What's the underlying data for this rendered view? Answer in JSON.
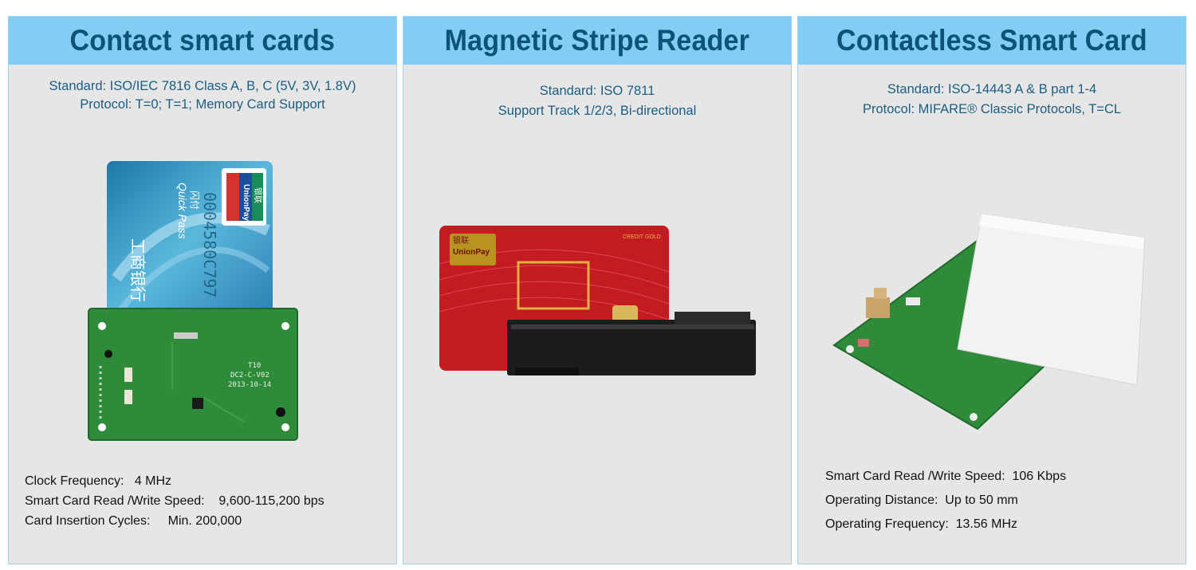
{
  "panels": [
    {
      "title": "Contact smart cards",
      "standard_lines": [
        "Standard: ISO/IEC 7816 Class A, B, C (5V, 3V, 1.8V)",
        "Protocol: T=0; T=1; Memory Card Support"
      ],
      "image_text": {
        "card_brand": "Quick Pass",
        "card_brand_cn": "闪付",
        "card_network": "UnionPay",
        "card_network_cn": "银联",
        "card_number": "0004580C797",
        "card_bank_cn": "工商银行",
        "board_model": "T10",
        "board_name": "DC2-C-V02",
        "board_date": "2013-10-14"
      },
      "specs": [
        "Clock Frequency:   4 MHz",
        "Smart Card Read /Write Speed:    9,600-115,200 bps",
        "Card Insertion Cycles:     Min. 200,000"
      ]
    },
    {
      "title": "Magnetic Stripe Reader",
      "standard_lines": [
        "Standard: ISO 7811",
        "Support Track 1/2/3, Bi-directional"
      ],
      "image_text": {
        "card_label": "CREDIT GOLD",
        "card_network": "UnionPay",
        "card_network_cn": "银联"
      },
      "specs": []
    },
    {
      "title": "Contactless Smart Card",
      "standard_lines": [
        "Standard: ISO-14443 A & B part 1-4",
        "Protocol: MIFARE® Classic Protocols, T=CL"
      ],
      "image_text": {},
      "specs": [
        "Smart Card Read /Write Speed:  106 Kbps",
        "Operating Distance:  Up to 50 mm",
        "Operating Frequency:  13.56 MHz"
      ]
    }
  ],
  "colors": {
    "header_bg": "#82cdf4",
    "title": "#0d5278",
    "standard_text": "#1c5d82",
    "panel_bg": "#e6e6e6",
    "pcb_green": "#2e8b3a"
  },
  "icons": [
    "contact-reader-photo",
    "magstripe-reader-photo",
    "contactless-reader-photo"
  ]
}
